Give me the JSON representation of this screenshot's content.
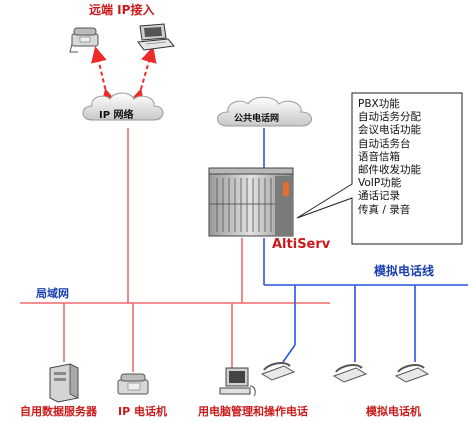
{
  "labels": {
    "remote_ip": "远端 IP接入",
    "ip_network": "IP 网络",
    "pstn": "公共电话网",
    "altiserv": "AltiServ",
    "analog_line": "模拟电话线",
    "lan": "局域网",
    "data_server": "自用数据服务器",
    "ip_phone": "IP 电话机",
    "pc_phone": "用电脑管理和操作电话",
    "analog_phone": "模拟电话机"
  },
  "features": [
    "PBX功能",
    "自动话务分配",
    "会议电话功能",
    "自动话务台",
    "语音信箱",
    "邮件收发功能",
    "VoIP功能",
    "通话记录",
    "传真 / 录音"
  ],
  "colors": {
    "red_line": "#f06a6a",
    "blue_line": "#2a55e0",
    "dashed_arrow": "#ee2a2a",
    "label_red": "#cc1a1a",
    "label_blue": "#1a3fb0"
  },
  "icons": [
    "ip-phone-icon",
    "laptop-icon",
    "cloud-icon",
    "server-rack-icon",
    "tower-server-icon",
    "computer-icon",
    "analog-phone-icon"
  ]
}
